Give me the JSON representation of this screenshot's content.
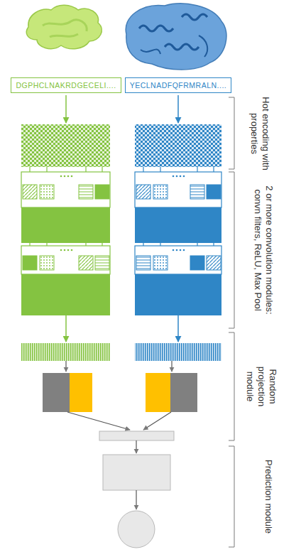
{
  "diagram": {
    "nodes": [
      {
        "text": [
          "DGPHCLNAKRDGECELI...."
        ]
      },
      {
        "text": [
          "YECLNADFQFRMRALN...."
        ]
      }
    ],
    "labels": [
      "Hot encoding with properties",
      "2 or more convolution modules: convn filters, ReLU, Max Pool",
      "Random projection module",
      "Prediction module"
    ]
  }
}
